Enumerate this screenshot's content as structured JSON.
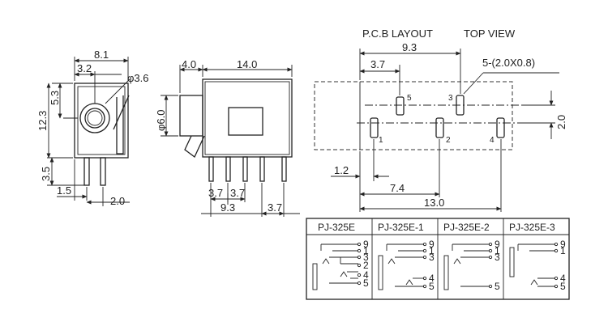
{
  "side_view": {
    "dims": {
      "width": "8.1",
      "offset": "3.2",
      "hole": "φ3.6",
      "center": "5.3",
      "height": "12.3",
      "leg": "3.5",
      "pin_x": "1.5",
      "pin_pitch": "2.0"
    }
  },
  "front_view": {
    "dims": {
      "nose": "4.0",
      "body": "14.0",
      "dia": "φ6.0",
      "p1": "3.7",
      "p2": "3.7",
      "span": "9.3",
      "end": "3.7"
    }
  },
  "pcb_layout": {
    "title": "P.C.B LAYOUT",
    "view": "TOP VIEW",
    "dims": {
      "top_span": "9.3",
      "first": "3.7",
      "slot": "5-(2.0X0.8)",
      "row_gap": "2.0",
      "left": "1.2",
      "mid": "7.4",
      "total": "13.0"
    },
    "pins": [
      "5",
      "3",
      "1",
      "2",
      "4"
    ]
  },
  "table": {
    "headers": [
      "PJ-325E",
      "PJ-325E-1",
      "PJ-325E-2",
      "PJ-325E-3"
    ],
    "col1": [
      "9",
      "1",
      "3",
      "2",
      "4",
      "5"
    ],
    "col2": [
      "9",
      "1",
      "3",
      "4",
      "5"
    ],
    "col3": [
      "9",
      "1",
      "3",
      "5"
    ],
    "col4": [
      "9",
      "1",
      "4",
      "5"
    ]
  }
}
